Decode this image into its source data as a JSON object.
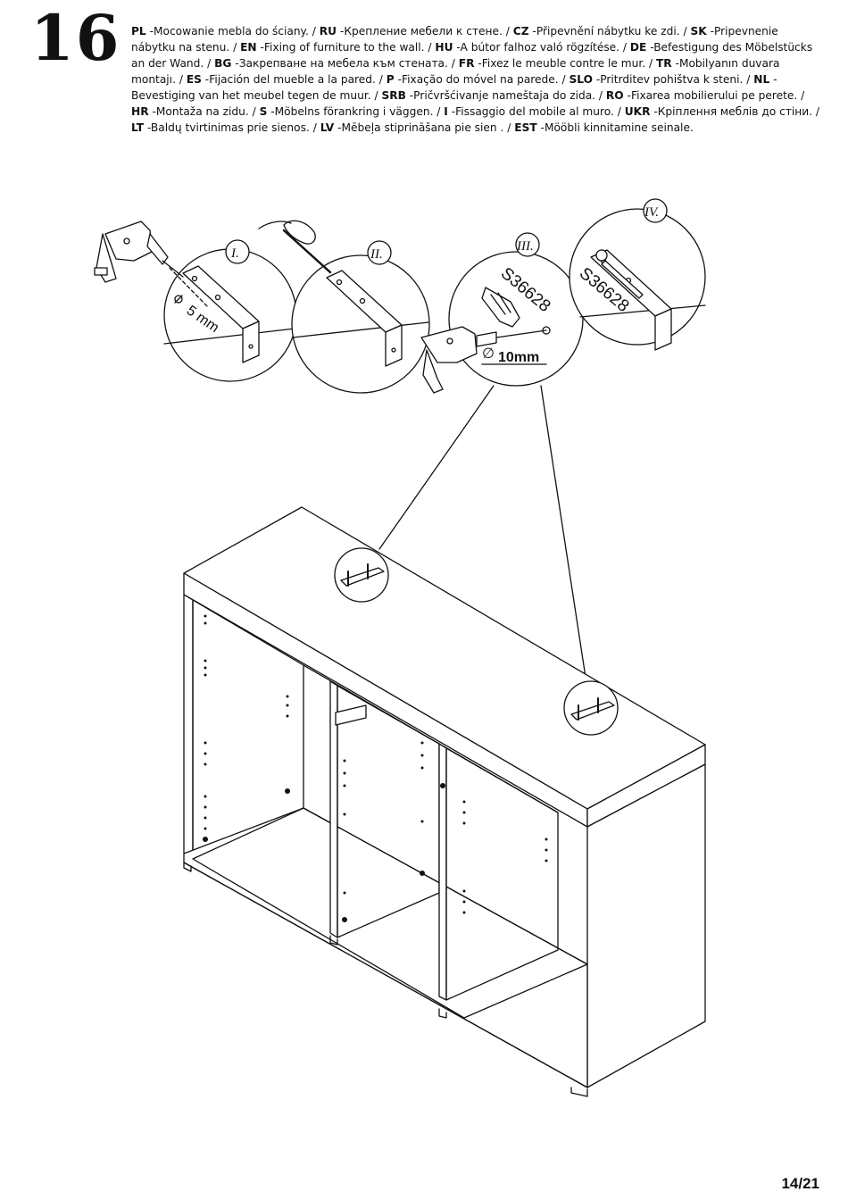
{
  "step": {
    "number": "16"
  },
  "instructions": [
    {
      "code": "PL",
      "text": "-Mocowanie mebla do ściany. /"
    },
    {
      "code": "RU",
      "text": "-Крепление мебели к стене. /"
    },
    {
      "code": "CZ",
      "text": "-Připevnění nábytku ke zdi. /"
    },
    {
      "code": "SK",
      "text": "-Pripevnenie nábytku na stenu. /"
    },
    {
      "code": "EN",
      "text": "-Fixing of furniture to the wall. /"
    },
    {
      "code": "HU",
      "text": "-A bútor falhoz való rögzítése. /"
    },
    {
      "code": "DE",
      "text": "-Befestigung des Möbelstücks an der Wand. /"
    },
    {
      "code": "BG",
      "text": "-Закрепване на мебела към стената. /"
    },
    {
      "code": "FR",
      "text": "-Fixez le meuble contre le mur. /"
    },
    {
      "code": "TR",
      "text": "-Mobilyanın duvara montajı. /"
    },
    {
      "code": "ES",
      "text": "-Fijación del mueble a la pared. /"
    },
    {
      "code": "P",
      "text": "-Fixação do móvel na parede. /"
    },
    {
      "code": "SLO",
      "text": "-Pritrditev pohištva k steni. /"
    },
    {
      "code": "NL",
      "text": "-Bevestiging van het meubel tegen de muur. /"
    },
    {
      "code": "SRB",
      "text": "-Pričvršćivanje nameštaja do zida. /"
    },
    {
      "code": "RO",
      "text": "-Fixarea mobilierului pe perete. /"
    },
    {
      "code": "HR",
      "text": "-Montaža na zidu. /"
    },
    {
      "code": "S",
      "text": "-Möbelns förankring i väggen. /"
    },
    {
      "code": "I",
      "text": "-Fissaggio del mobile al muro. /"
    },
    {
      "code": "UKR",
      "text": "-Кріплення меблів до стіни. /"
    },
    {
      "code": "LT",
      "text": "-Baldų tvirtinimas prie sienos. /"
    },
    {
      "code": "LV",
      "text": "-Mēbeļa stiprināšana pie sien            . /"
    },
    {
      "code": "EST",
      "text": "-Mööbli kinnitamine seinale."
    }
  ],
  "details": {
    "step1_label": "I.",
    "step2_label": "II.",
    "step3_label": "III.",
    "step4_label": "IV.",
    "drill_small": "5 mm",
    "drill_large": "10mm",
    "diameter_symbol": "∅",
    "part_code_3": "S36628",
    "part_code_4": "S36628"
  },
  "footer": {
    "page": "14/21"
  }
}
